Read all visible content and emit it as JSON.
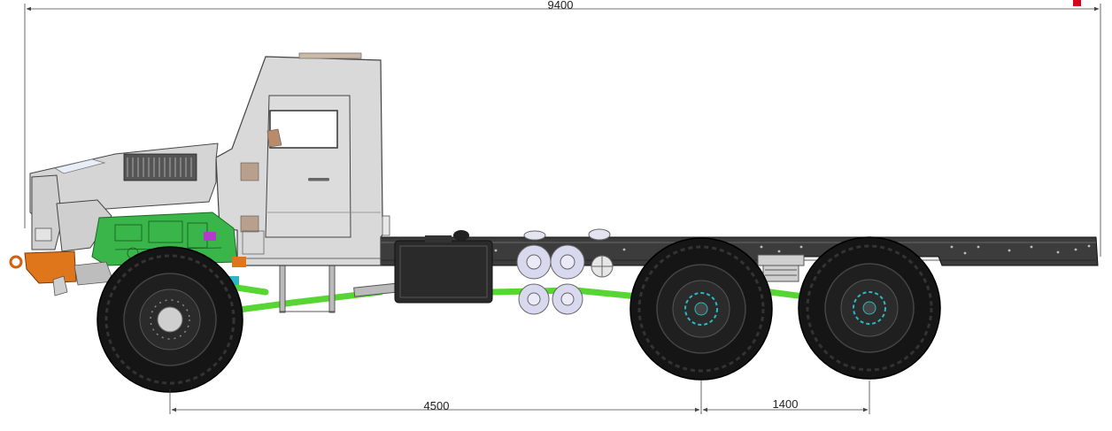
{
  "dimensions": {
    "overall_length": "9400",
    "wheelbase_front_to_rear": "4500",
    "tandem_spacing": "1400"
  },
  "colors": {
    "cab": "#d9d9d9",
    "frame": "#3c3c3c",
    "tire": "#151515",
    "axle_links": "#57d633",
    "engine_parts": "#39b54a",
    "bumper": "#e0761c",
    "hub_accent": "#2bb8c4",
    "marker": "#d7001a",
    "dimension_line": "#444444"
  },
  "icons": [
    "truck-side-view-drawing"
  ]
}
